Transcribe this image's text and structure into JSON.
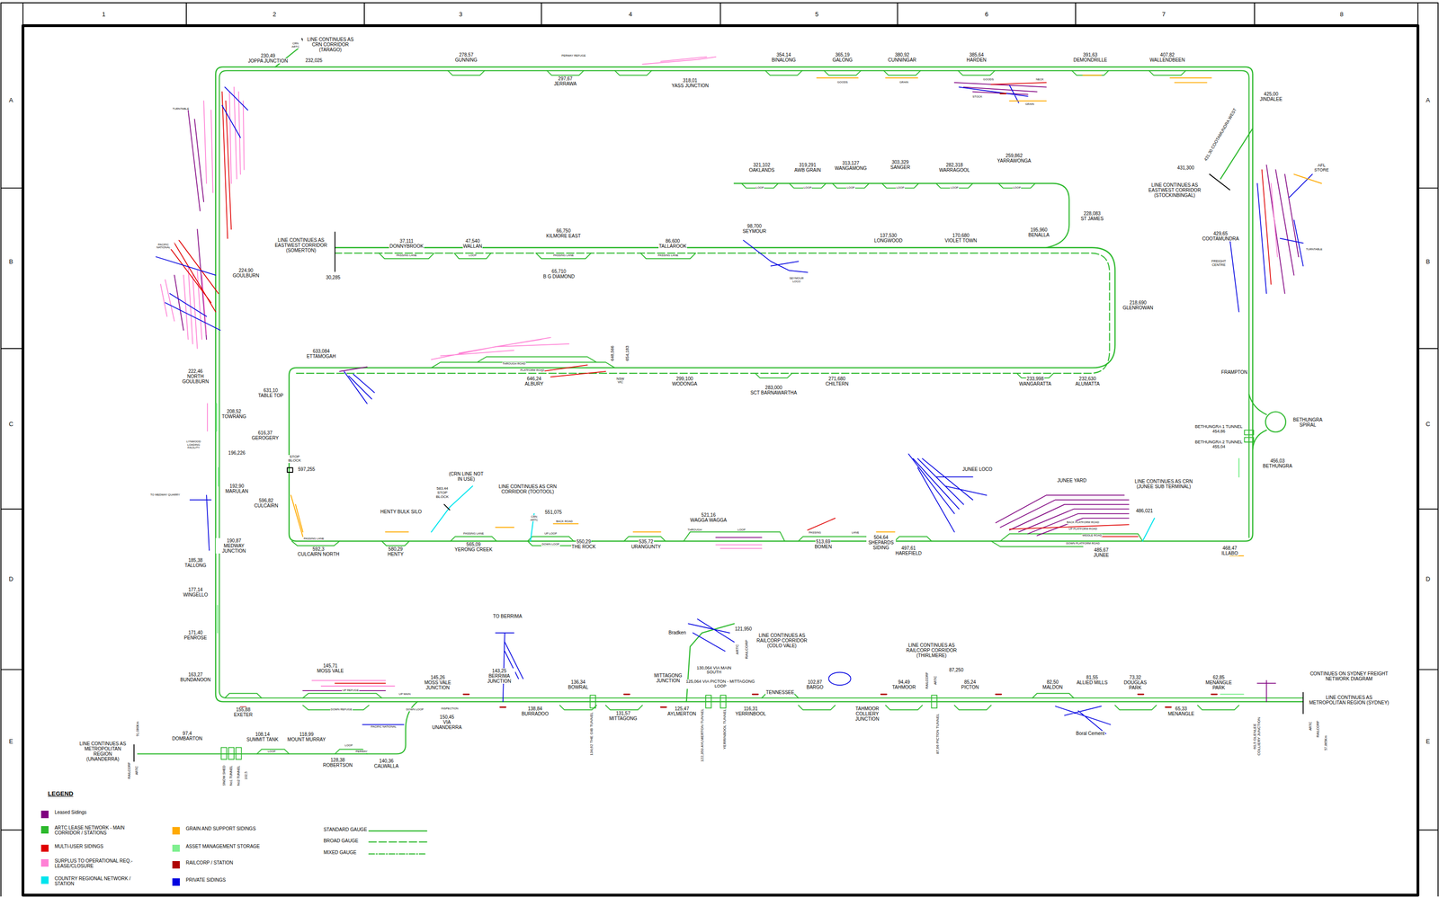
{
  "diagram": {
    "labels": [
      "1",
      "2",
      "3",
      "4",
      "5",
      "6",
      "7",
      "8",
      "A",
      "B",
      "C",
      "D",
      "E",
      "A",
      "B",
      "C",
      "D",
      "E",
      "LEGEND",
      "LINE CONTINUES AS CRN CORRIDOR (TARAGO)",
      "230,49",
      "JOPPA JUNCTION",
      "232,025",
      "CRN",
      "ARTC",
      "278,57",
      "GUNNING",
      "297,67",
      "JERRAWA",
      "318,01",
      "YASS JUNCTION",
      "354,14",
      "BINALONG",
      "365,19",
      "GALONG",
      "380,92",
      "CUNNINGAR",
      "385,64",
      "HARDEN",
      "391,63",
      "DEMONDRILLE",
      "407,82",
      "WALLENDBEEN",
      "425,00",
      "JINDALEE",
      "431,30 COOTAMUNDRA WEST",
      "431,300",
      "LINE CONTINUES AS EASTWEST CORRIDOR (STOCKINBINGAL)",
      "429,65",
      "COOTAMUNDRA",
      "FREIGHT CENTRE",
      "AFL STORE",
      "TURNTABLE",
      "FRAMPTON",
      "BETHUNGRA SPIRAL",
      "BETHUNGRA 1 TUNNEL 454,86",
      "BETHUNGRA 2 TUNNEL 455,04",
      "456,03",
      "BETHUNGRA",
      "468,47",
      "ILLABO",
      "LINE CONTINUES AS CRN (JUNEE SUB TERMINAL)",
      "486,021",
      "485,67",
      "JUNEE",
      "JUNEE YARD",
      "JUNEE LOCO",
      "497,61",
      "HAREFIELD",
      "504,64",
      "SHEPARDS SIDING",
      "513,69",
      "BOMEN",
      "521,16",
      "WAGGA WAGGA",
      "535,72",
      "URANGUNTY",
      "550,29",
      "THE ROCK",
      "551,075",
      "LINE CONTINUES AS CRN CORRIDOR (TOOTOOL)",
      "CRN",
      "ARTC",
      "(CRN LINE NOT IN USE)",
      "583,44 STOP BLOCK",
      "HENTY BULK SILO",
      "565,09",
      "YERONG CREEK",
      "580,29",
      "HENTY",
      "592,3",
      "CULCAIRN NORTH",
      "596,82",
      "CULCAIRN",
      "STOP BLOCK",
      "597,255",
      "616,37",
      "GEROGERY",
      "631,10",
      "TABLE TOP",
      "633,084",
      "ETTAMOGAH",
      "646,24",
      "ALBURY",
      "648,566",
      "654,183",
      "NSW",
      "VIC",
      "299,100",
      "WODONGA",
      "283,000",
      "SCT BARNAWARTHA",
      "271,680",
      "CHILTERN",
      "233,998",
      "WANGARATTA",
      "232,630",
      "ALUMATTA",
      "218,690",
      "GLENROWAN",
      "195,960",
      "BENALLA",
      "228,083",
      "ST JAMES",
      "170,680",
      "VIOLET TOWN",
      "137,530",
      "LONGWOOD",
      "98,700",
      "SEYMOUR",
      "SEYMOUR LOCO",
      "86,600",
      "TALLAROOK",
      "66,750",
      "KILMORE EAST",
      "65,710",
      "B G DIAMOND",
      "47,540",
      "WALLAN",
      "37,111",
      "DONNYBROOK",
      "LINE CONTINUES AS EASTWEST CORRIDOR (SOMERTON)",
      "30,285",
      "321,102",
      "OAKLANDS",
      "319,291",
      "AWB GRAIN",
      "313,127",
      "WANGAMONG",
      "303,329",
      "SANGER",
      "282,318",
      "WARRAGOOL",
      "259,862",
      "YARRAWONGA",
      "224,90",
      "GOULBURN",
      "222,46",
      "NORTH GOULBURN",
      "PACIFIC NATIONAL",
      "TURNTABLE",
      "208,52",
      "TOWRANG",
      "LYNWOOD LOADING FACILITY",
      "196,226",
      "192,90",
      "MARULAN",
      "TO MEDWAY QUARRY",
      "190,87",
      "MEDWAY JUNCTION",
      "185,38",
      "TALLONG",
      "177,14",
      "WINGELLO",
      "171,40",
      "PENROSE",
      "163,27",
      "BUNDANOON",
      "155,88",
      "EXETER",
      "145,71",
      "MOSS VALE",
      "145,26",
      "MOSS VALE JUNCTION",
      "150,45",
      "VIA UNANDERRA",
      "TO BERRIMA",
      "143,25",
      "BERRIMA JUNCTION",
      "136,34",
      "BOWRAL",
      "138,84",
      "BURRADOO",
      "134,62 THE GIB TUNNEL",
      "131,57",
      "MITTAGONG",
      "MITTAGONG JUNCTION",
      "125,47",
      "AYLMERTON",
      "122,350 AYLMERTON TUNNEL",
      "YERRINBOOL TUNNEL",
      "Bradken",
      "121,950",
      "ARTC",
      "RAILCORP",
      "LINE CONTINUES AS RAILCORP CORRIDOR (COLO VALE)",
      "130,064 VIA MAIN SOUTH",
      "125,064 VIA PICTON - MITTAGONG LOOP",
      "116,31",
      "YERRINBOOL",
      "TENNESSEE",
      "102,87",
      "BARGO",
      "TAHMOOR COLLIERY JUNCTION",
      "94,49",
      "TAHMOOR",
      "LINE CONTINUES AS RAILCORP CORRIDOR (THIRLMERE)",
      "RAILCORP",
      "ARTC",
      "87,250",
      "87,66 PICTON TUNNEL",
      "85,24",
      "PICTON",
      "82,50",
      "MALDON",
      "81,55",
      "ALLIED MILLS",
      "73,32",
      "DOUGLAS PARK",
      "62,85",
      "MENANGLE PARK",
      "65,33",
      "MENANGLE",
      "60,5 GLENLEE COLLIERY JUNCTION",
      "Boral Cement",
      "CONTINUES ON SYDNEY FREIGHT NETWORK DIAGRAM",
      "LINE CONTINUES AS METROPOLITAN REGION (SYDNEY)",
      "ARTC",
      "RAILCORP",
      "57,865Km",
      "97,4",
      "DOMBARTON",
      "LINE CONTINUES AS METROPOLITAN REGION (UNANDERRA)",
      "91,080Km",
      "RAILCORP",
      "ARTC",
      "108,14",
      "SUMMIT TANK",
      "118,99",
      "MOUNT MURRAY",
      "128,38",
      "ROBERTSON",
      "140,36",
      "CALWALLA",
      "SNOW SHED",
      "No1 TUNNEL",
      "No2 TUNNEL",
      "102,5",
      "PASSING LANE",
      "LOOP",
      "PASSING LANE",
      "PASSING LANE",
      "LOOP",
      "LOOP",
      "LOOP",
      "LOOP",
      "LOOP",
      "LOOP",
      "THROUGH ROAD",
      "PLATFORM ROAD",
      "PASSING LANE",
      "PASSING LANE",
      "UP LOOP",
      "DOWN LOOP",
      "BACK ROAD",
      "THROUGH",
      "LOOP",
      "PASSING",
      "LANE",
      "BACK PLATFORM ROAD",
      "UP PLATFORM ROAD",
      "MIDDLE ROAD",
      "DOWN PLATFORM ROAD",
      "UP REFUGE",
      "DOWN REFUGE",
      "PACIFIC NATIONAL",
      "UP MAIN",
      "DOWN LOOP",
      "INSPECTION",
      "LOOP",
      "LOOP",
      "PERWAY",
      "GOODS",
      "GRAIN",
      "GOODS",
      "NECK",
      "GRAIN",
      "STOCK",
      "PERWAY REFUGE"
    ],
    "legend": [
      {
        "text": "Leased Sidings",
        "color": "#800080"
      },
      {
        "text": "ARTC LEASE NETWORK - MAIN CORRIDOR / STATIONS",
        "color": "#2db92d"
      },
      {
        "text": "MULTI-USER SIDINGS",
        "color": "#e00000"
      },
      {
        "text": "SURPLUS TO OPERATIONAL REQ.-LEASE/CLOSURE",
        "color": "#ff80d5"
      },
      {
        "text": "COUNTRY REGIONAL NETWORK / STATION",
        "color": "#00e5ee"
      },
      {
        "text": "GRAIN AND SUPPORT SIDINGS",
        "color": "#ffaa00"
      },
      {
        "text": "ASSET MANAGEMENT STORAGE",
        "color": "#7fef90"
      },
      {
        "text": "RAILCORP / STATION",
        "color": "#b00000"
      },
      {
        "text": "PRIVATE SIDINGS",
        "color": "#0000e0"
      },
      {
        "text": "STANDARD GAUGE"
      },
      {
        "text": "BROAD GAUGE"
      },
      {
        "text": "MIXED GAUGE"
      }
    ]
  }
}
